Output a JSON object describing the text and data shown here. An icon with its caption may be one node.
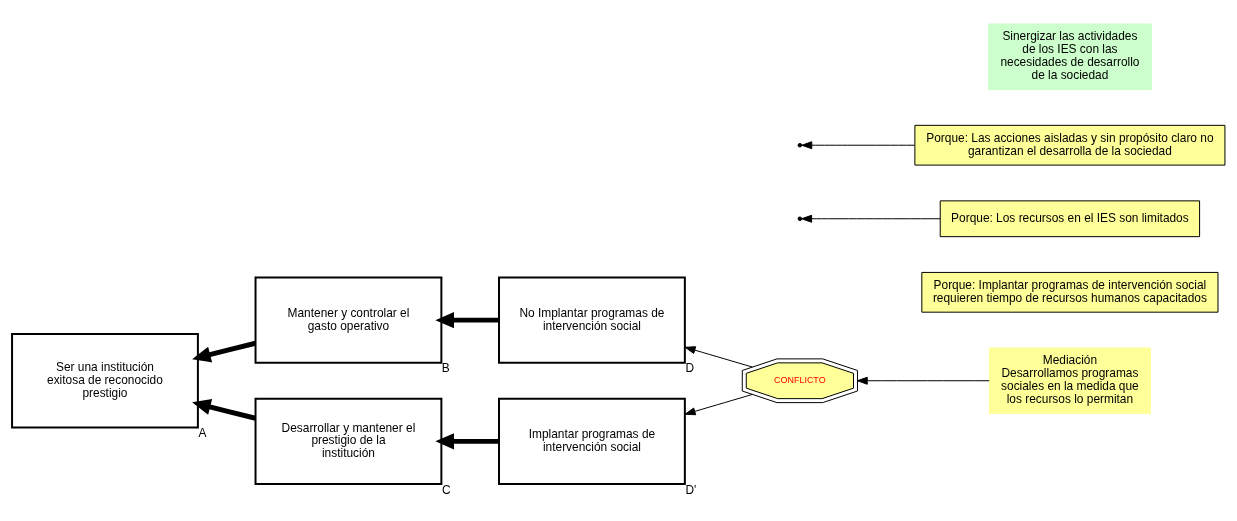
{
  "diagram": {
    "nodes": [
      {
        "text": [
          "Ser una institución exitosa de reconocido prestigio"
        ],
        "beside": [
          "A"
        ]
      },
      {
        "text": [
          "Mantener y controlar el gasto operativo"
        ],
        "beside": [
          "B"
        ]
      },
      {
        "text": [
          "Desarrollar y mantener el prestigio de la institución"
        ],
        "beside": [
          "C"
        ]
      },
      {
        "text": [
          "No Implantar programas de intervención social"
        ],
        "beside": [
          "D"
        ]
      },
      {
        "text": [
          "Implantar programas de intervención social"
        ],
        "beside": [
          "D'"
        ]
      },
      {
        "text": [
          "Porque: Implantar programas de intervención social requieren tiempo de recursos humanos capacitados"
        ]
      },
      {
        "text": [
          "Porque: Los recursos en el IES son limitados"
        ]
      },
      {
        "text": [
          "Porque: Las acciones aisladas y sin propósito claro no garantizan el desarrolla de la sociedad"
        ]
      },
      {
        "text": [
          "CONFLICTO"
        ]
      },
      {
        "text": [
          "Mediación",
          "Desarrollamos programas sociales en la medida que los recursos lo permitan"
        ]
      },
      {
        "text": [
          "Sinergizar las actividades de los IES con las necesidades de desarrollo de la sociedad"
        ]
      }
    ],
    "edges": [
      {
        "from": 1,
        "to": 0,
        "arrow": "to",
        "style": "thick"
      },
      {
        "from": 2,
        "to": 0,
        "arrow": "to",
        "style": "thick"
      },
      {
        "from": 3,
        "to": 1,
        "arrow": "to",
        "style": "thick"
      },
      {
        "from": 4,
        "to": 2,
        "arrow": "to",
        "style": "thick"
      },
      {
        "from": 6,
        "to": null,
        "arrow": "to"
      },
      {
        "from": 7,
        "to": null,
        "arrow": "to"
      },
      {
        "from": 8,
        "to": 3,
        "arrow": "to"
      },
      {
        "from": 8,
        "to": 4,
        "arrow": "to"
      },
      {
        "from": 9,
        "to": 8,
        "arrow": "to"
      }
    ]
  }
}
